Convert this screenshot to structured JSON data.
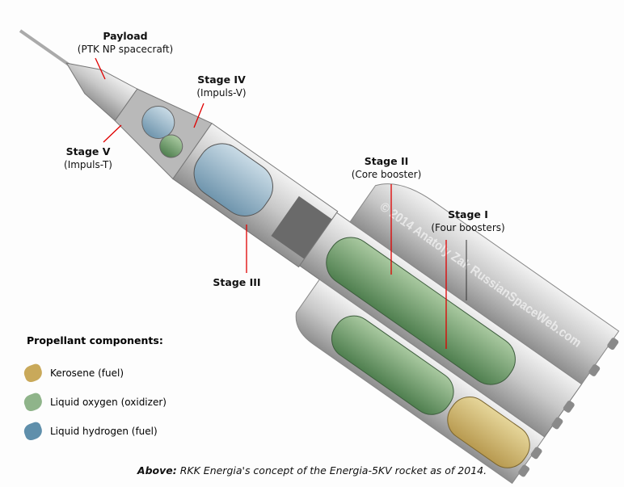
{
  "labels": {
    "payload": {
      "title": "Payload",
      "sub": "(PTK NP spacecraft)"
    },
    "stage4": {
      "title": "Stage IV",
      "sub": "(Impuls-V)"
    },
    "stage5": {
      "title": "Stage V",
      "sub": "(Impuls-T)"
    },
    "stage3": {
      "title": "Stage III"
    },
    "stage2": {
      "title": "Stage II",
      "sub": "(Core booster)"
    },
    "stage1": {
      "title": "Stage I",
      "sub": "(Four boosters)"
    }
  },
  "watermark": "© 2014 Anatoly Zak RussianSpaceWeb.com",
  "legend": {
    "title": "Propellant components:",
    "items": [
      {
        "label": "Kerosene (fuel)",
        "color": "#c9a95a"
      },
      {
        "label": "Liquid oxygen (oxidizer)",
        "color": "#8fb48a"
      },
      {
        "label": "Liquid hydrogen (fuel)",
        "color": "#5f8fab"
      }
    ]
  },
  "caption": {
    "lead": "Above:",
    "text": " RKK Energia's concept of the Energia-5KV rocket as of 2014."
  },
  "colors": {
    "leader": "#e00000"
  }
}
